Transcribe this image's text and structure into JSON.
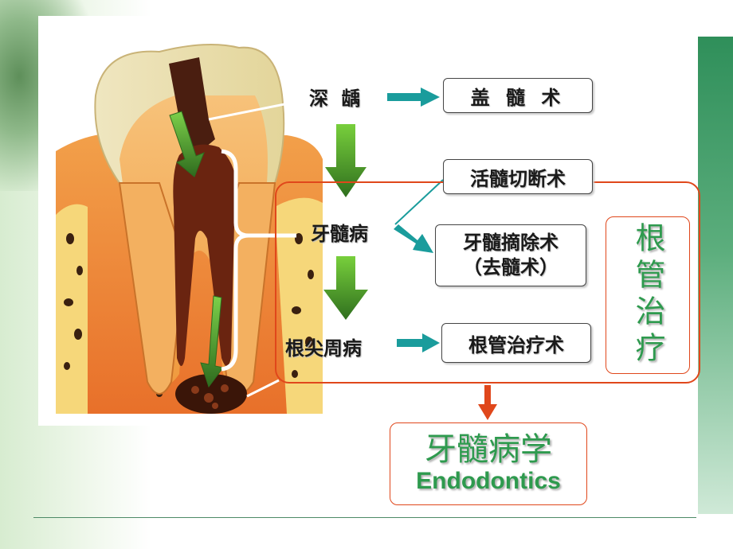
{
  "stages": {
    "deep_caries": "深 龋",
    "pulp_disease": "牙髓病",
    "periapical_disease": "根尖周病"
  },
  "treatments": {
    "pulp_capping": "盖 髓 术",
    "pulpotomy": "活髓切断术",
    "pulpectomy_line1": "牙髓摘除术",
    "pulpectomy_line2": "（去髓术）",
    "root_canal_therapy": "根管治疗术"
  },
  "group_label": "根管治疗",
  "discipline": {
    "chinese": "牙髓病学",
    "english": "Endodontics"
  },
  "colors": {
    "accent_green": "#2e9a4e",
    "frame_red": "#e0471b",
    "teal_arrow": "#1a9c9c",
    "dark_green_arrow": "#2e6b1e"
  },
  "icons": {
    "tooth": "tooth-cross-section-illustration"
  }
}
